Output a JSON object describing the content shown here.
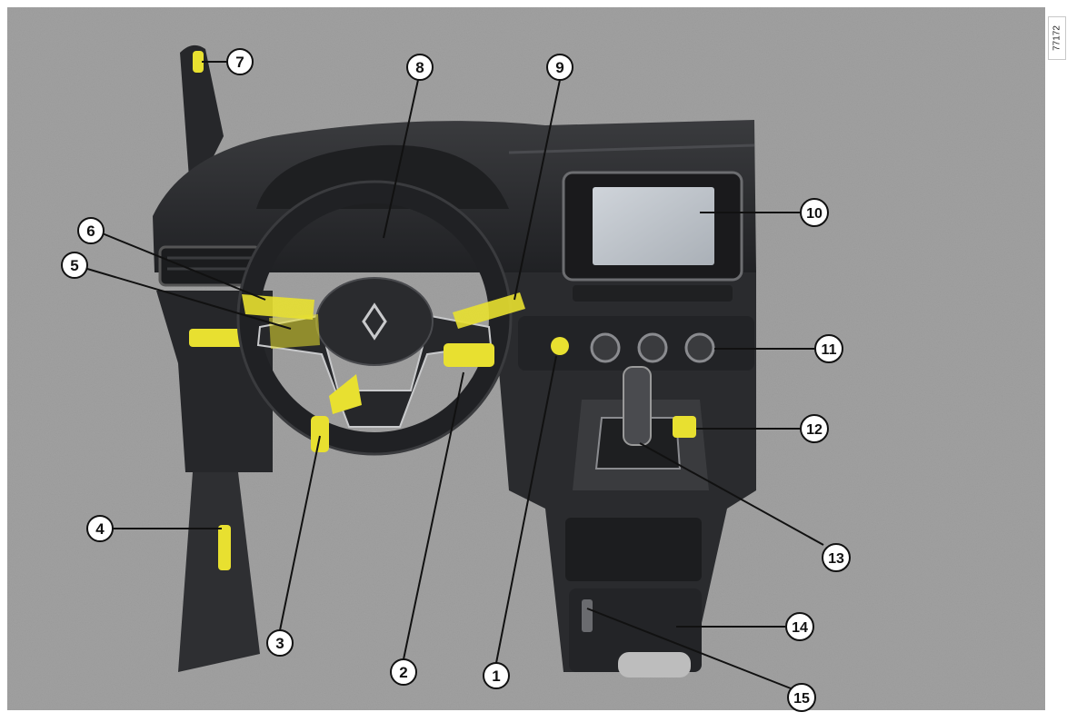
{
  "figure_code": "77172",
  "callouts": [
    {
      "n": "1",
      "target": "start-stop-button"
    },
    {
      "n": "2",
      "target": "right-steering-wheel-controls"
    },
    {
      "n": "3",
      "target": "steering-adjustment-lever"
    },
    {
      "n": "4",
      "target": "bonnet-release-handle"
    },
    {
      "n": "5",
      "target": "left-steering-wheel-controls"
    },
    {
      "n": "6",
      "target": "lighting-indicator-stalk"
    },
    {
      "n": "7",
      "target": "mirror-control"
    },
    {
      "n": "8",
      "target": "instrument-panel"
    },
    {
      "n": "9",
      "target": "wiper-stalk"
    },
    {
      "n": "10",
      "target": "multimedia-screen"
    },
    {
      "n": "11",
      "target": "climate-controls"
    },
    {
      "n": "12",
      "target": "parking-brake-switch"
    },
    {
      "n": "13",
      "target": "gear-lever"
    },
    {
      "n": "14",
      "target": "storage-compartment"
    },
    {
      "n": "15",
      "target": "usb-socket"
    }
  ],
  "colors": {
    "background": "#9a9a9a",
    "highlight": "#e8e030",
    "dash": "#2e2f32",
    "dash_dark": "#1c1d1f",
    "callout_fill": "#ffffff",
    "callout_stroke": "#111111"
  }
}
